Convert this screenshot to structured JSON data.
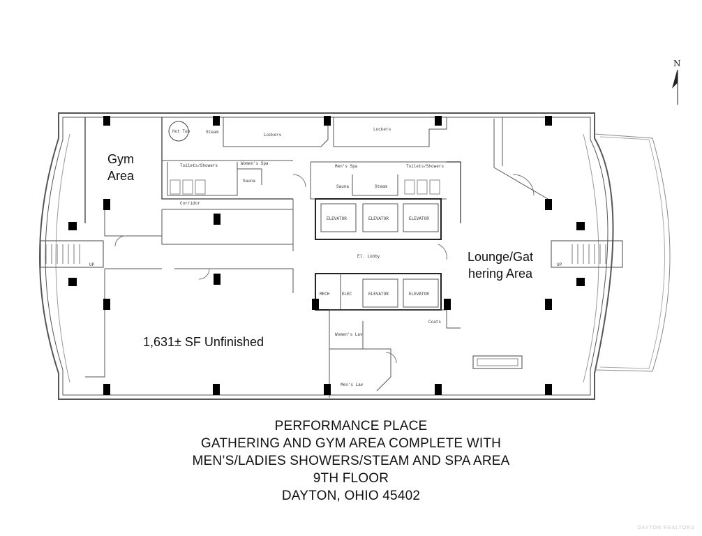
{
  "areas": {
    "gym": "Gym\nArea",
    "lounge": "Lounge/Gat\nhering Area",
    "unfinished": "1,631± SF Unfinished"
  },
  "rooms": {
    "hot_tub": "Hot Tub",
    "steam_top": "Steam",
    "lockers_left": "Lockers",
    "lockers_right": "Lockers",
    "toilets_left": "Toilets/Showers",
    "womens_spa": "Women's Spa",
    "mens_spa": "Men's Spa",
    "toilets_right": "Toilets/Showers",
    "sauna_left": "Sauna",
    "sauna_right": "Sauna",
    "steam_right": "Steam",
    "corridor": "Corridor",
    "el_lobby": "El. Lobby",
    "womens_lav": "Women's Lav",
    "mens_lav": "Men's Lav",
    "coats": "Coats",
    "up_left": "UP",
    "up_right": "UP",
    "elevator": "ELEVATOR",
    "mech": "MECH",
    "elec": "ELEC"
  },
  "caption": {
    "line1": "PERFORMANCE PLACE",
    "line2": "GATHERING AND GYM AREA COMPLETE WITH",
    "line3": "MEN’S/LADIES SHOWERS/STEAM AND SPA AREA",
    "line4": "9TH FLOOR",
    "line5": "DAYTON, OHIO 45402"
  },
  "compass": "N",
  "watermark": "DAYTON REALTORS"
}
